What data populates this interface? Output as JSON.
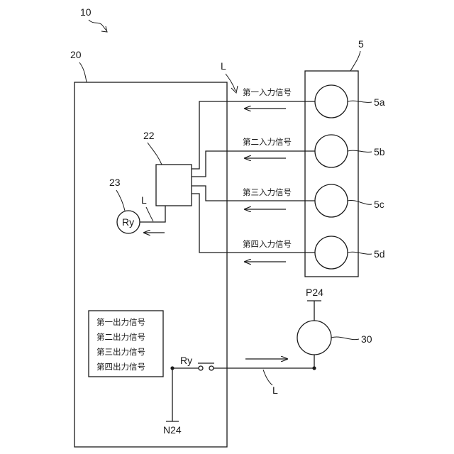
{
  "labels": {
    "system": "10",
    "controller": "20",
    "sensor_unit": "5",
    "sensor_a": "5a",
    "sensor_b": "5b",
    "sensor_c": "5c",
    "sensor_d": "5d",
    "processor": "22",
    "relay_ref": "23",
    "relay_symbol": "Ry",
    "switch_label": "Ry",
    "line_top": "L",
    "line_relay": "L",
    "line_bottom": "L",
    "power_supply": "P24",
    "ground": "N24",
    "load": "30"
  },
  "input_signals": [
    "第一入力信号",
    "第二入力信号",
    "第三入力信号",
    "第四入力信号"
  ],
  "output_signals": [
    "第一出力信号",
    "第二出力信号",
    "第三出力信号",
    "第四出力信号"
  ]
}
